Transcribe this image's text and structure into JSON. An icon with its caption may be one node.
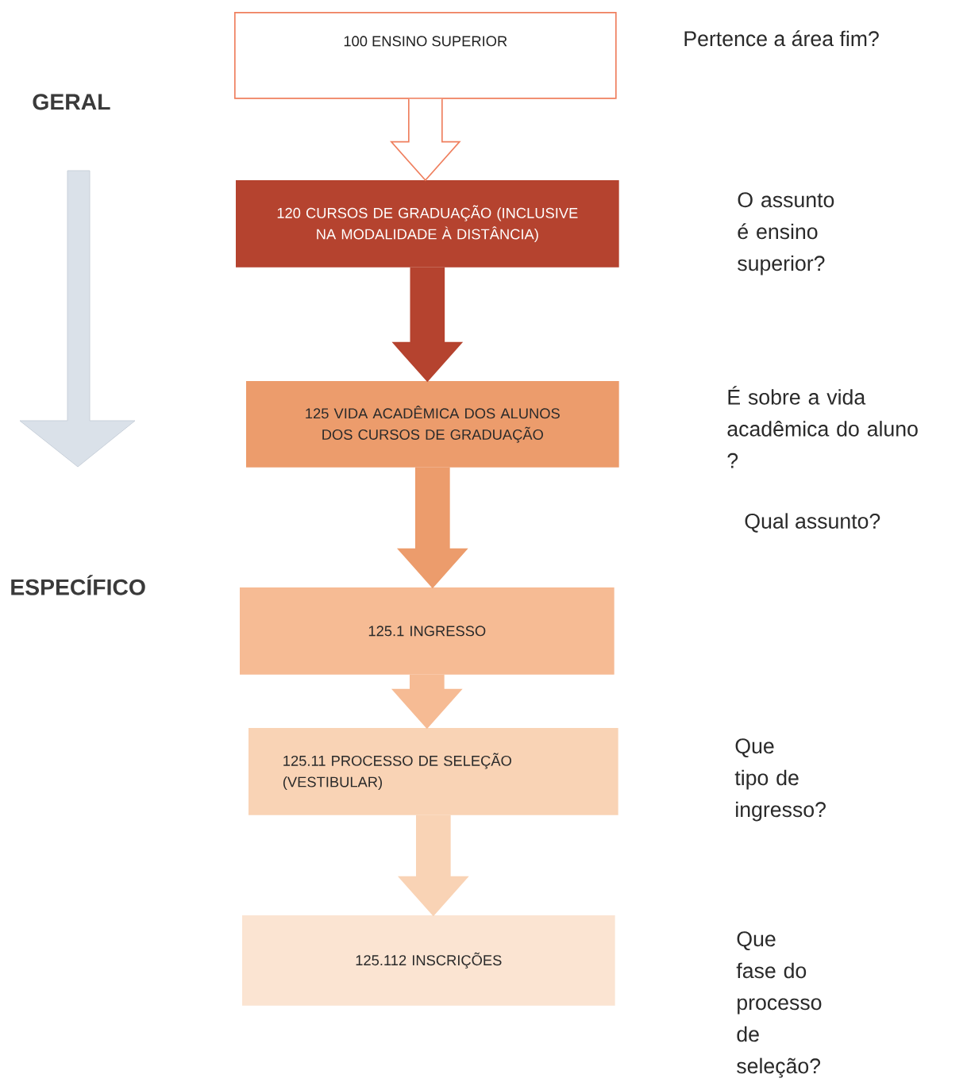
{
  "diagram": {
    "nodes": [
      {
        "text": [
          "100 ENSINO SUPERIOR"
        ]
      },
      {
        "text": [
          "120 CURSOS DE GRADUAÇÃO (INCLUSIVE NA MODALIDADE À DISTÂNCIA)"
        ]
      },
      {
        "text": [
          "125 VIDA ACADÊMICA DOS ALUNOS DOS CURSOS DE GRADUAÇÃO"
        ]
      },
      {
        "text": [
          "125.1 INGRESSO"
        ]
      },
      {
        "text": [
          "125.11 PROCESSO DE SELEÇÃO (VESTIBULAR)"
        ]
      },
      {
        "text": [
          "125.112 INSCRIÇÕES"
        ]
      }
    ],
    "edges": [
      {
        "from": 0,
        "to": 1,
        "arrow": "to",
        "color": "#ef7f5e"
      },
      {
        "from": 1,
        "to": 2,
        "arrow": "to",
        "color": "#b5432f"
      },
      {
        "from": 2,
        "to": 3,
        "arrow": "to",
        "color": "#ec9c6c"
      },
      {
        "from": 3,
        "to": 4,
        "arrow": "to",
        "color": "#f6bb94"
      },
      {
        "from": 4,
        "to": 5,
        "arrow": "to",
        "color": "#f9d3b5"
      }
    ],
    "labels": [
      "Pertence a área fim?",
      "GERAL",
      "O assunto é ensino superior?",
      "É sobre a vida acadêmica do aluno ?",
      "Qual assunto?",
      "ESPECÍFICO",
      "Que tipo de ingresso?",
      "Que fase do processo de seleção?"
    ]
  }
}
